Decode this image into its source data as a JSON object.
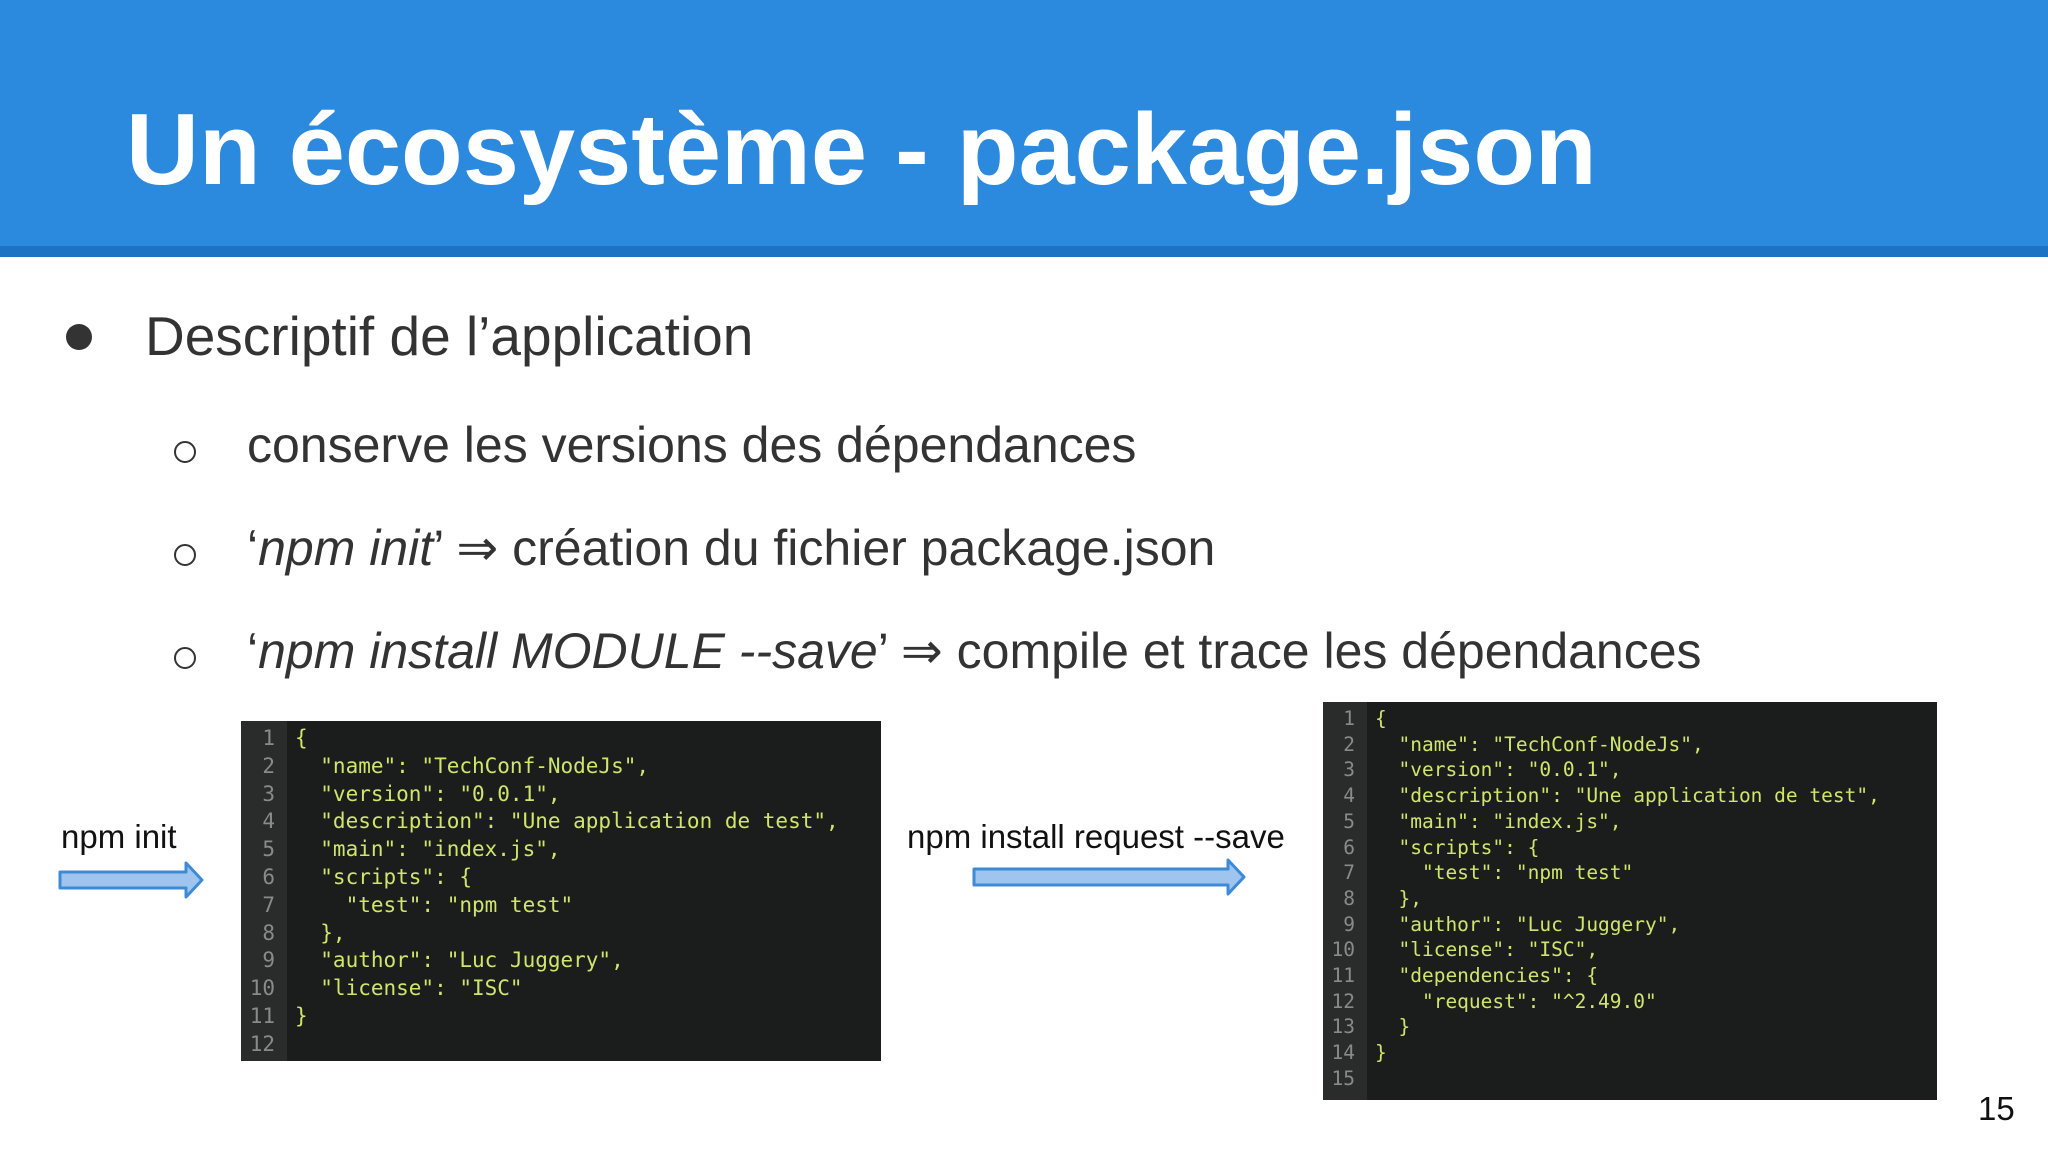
{
  "slide": {
    "title": "Un écosystème - package.json",
    "bullet": "Descriptif de l’application",
    "sub_bullets": [
      {
        "prefix": "",
        "italic": "",
        "suffix": "conserve les versions des dépendances"
      },
      {
        "prefix": "‘",
        "italic": "npm init",
        "suffix": "’ ⇒ création du fichier package.json"
      },
      {
        "prefix": "‘",
        "italic": "npm install MODULE --save",
        "suffix": "’ ⇒ compile et trace les dépendances"
      }
    ],
    "page_number": "15"
  },
  "left_arrow": {
    "label": "npm init",
    "icon": "right-arrow-icon",
    "color": "#4a90d9"
  },
  "middle_arrow": {
    "label": "npm install request --save",
    "icon": "right-arrow-icon",
    "color": "#4a90d9"
  },
  "code_left": {
    "lines": [
      "{",
      "  \"name\": \"TechConf-NodeJs\",",
      "  \"version\": \"0.0.1\",",
      "  \"description\": \"Une application de test\",",
      "  \"main\": \"index.js\",",
      "  \"scripts\": {",
      "    \"test\": \"npm test\"",
      "  },",
      "  \"author\": \"Luc Juggery\",",
      "  \"license\": \"ISC\"",
      "}",
      ""
    ],
    "line_numbers": [
      "1",
      "2",
      "3",
      "4",
      "5",
      "6",
      "7",
      "8",
      "9",
      "10",
      "11",
      "12"
    ]
  },
  "code_right": {
    "lines": [
      "{",
      "  \"name\": \"TechConf-NodeJs\",",
      "  \"version\": \"0.0.1\",",
      "  \"description\": \"Une application de test\",",
      "  \"main\": \"index.js\",",
      "  \"scripts\": {",
      "    \"test\": \"npm test\"",
      "  },",
      "  \"author\": \"Luc Juggery\",",
      "  \"license\": \"ISC\",",
      "  \"dependencies\": {",
      "    \"request\": \"^2.49.0\"",
      "  }",
      "}",
      ""
    ],
    "line_numbers": [
      "1",
      "2",
      "3",
      "4",
      "5",
      "6",
      "7",
      "8",
      "9",
      "10",
      "11",
      "12",
      "13",
      "14",
      "15"
    ]
  }
}
